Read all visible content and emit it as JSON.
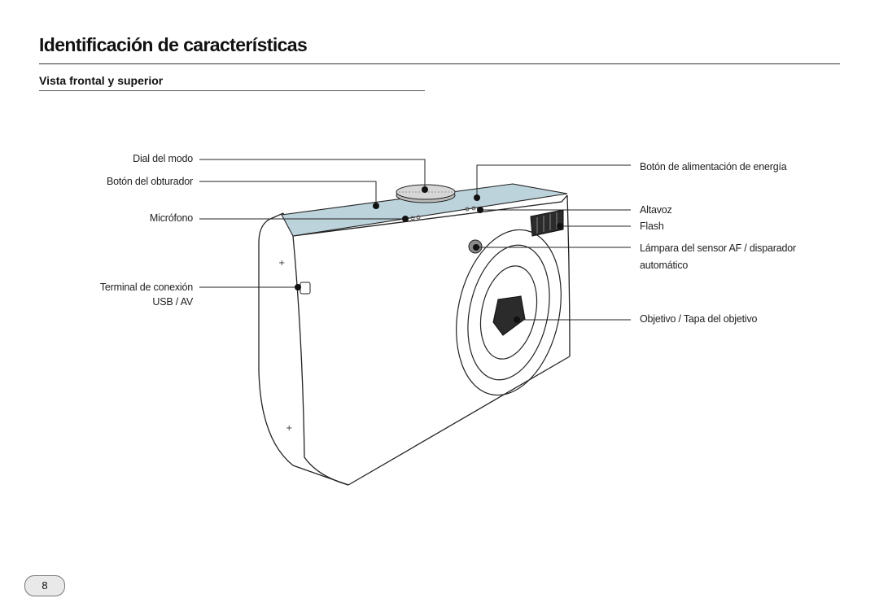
{
  "page": {
    "title": "Identificación de características",
    "subtitle": "Vista frontal y superior",
    "page_number": "8"
  },
  "labels": {
    "mode_dial": "Dial del modo",
    "shutter_button": "Botón del obturador",
    "microphone": "Micrófono",
    "usb_terminal_line1": "Terminal de conexión",
    "usb_terminal_line2": "USB / AV",
    "power_button": "Botón de alimentación de energía",
    "speaker": "Altavoz",
    "flash": "Flash",
    "af_lamp_line1": "Lámpara del sensor AF / disparador",
    "af_lamp_line2": "automático",
    "lens": "Objetivo / Tapa del objetivo"
  }
}
